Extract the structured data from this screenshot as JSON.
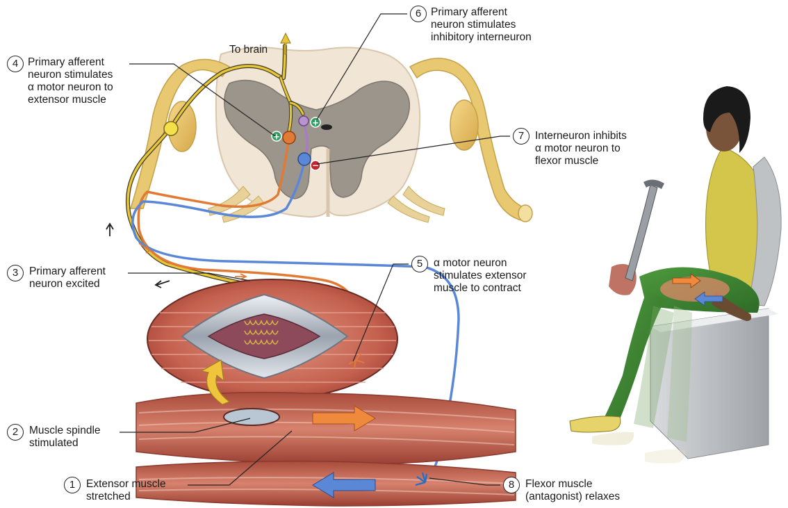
{
  "labels": {
    "to_brain": "To brain",
    "step1": {
      "number": "1",
      "lines": [
        "Extensor muscle",
        "stretched"
      ]
    },
    "step2": {
      "number": "2",
      "lines": [
        "Muscle spindle",
        "stimulated"
      ]
    },
    "step3": {
      "number": "3",
      "lines": [
        "Primary afferent",
        "neuron excited"
      ]
    },
    "step4": {
      "number": "4",
      "lines": [
        "Primary afferent",
        "neuron stimulates",
        "α motor neuron to",
        "extensor muscle"
      ]
    },
    "step5": {
      "number": "5",
      "lines": [
        "α motor neuron",
        "stimulates extensor",
        "muscle to contract"
      ]
    },
    "step6": {
      "number": "6",
      "lines": [
        "Primary afferent",
        "neuron stimulates",
        "inhibitory interneuron"
      ]
    },
    "step7": {
      "number": "7",
      "lines": [
        "Interneuron inhibits",
        "α motor neuron to",
        "flexor muscle"
      ]
    },
    "step8": {
      "number": "8",
      "lines": [
        "Flexor muscle",
        "(antagonist) relaxes"
      ]
    }
  },
  "symbols": {
    "plus": "+",
    "minus": "−"
  },
  "colors": {
    "afferent": "#e8c53a",
    "motor_extensor": "#e07a35",
    "motor_flexor": "#5a87d6",
    "interneuron": "#a77cc2",
    "muscle": "#c8604e",
    "gray_matter": "#9c958b",
    "white_matter": "#f1e6d6",
    "excite": "#2e9d63",
    "inhibit": "#c0262c"
  }
}
